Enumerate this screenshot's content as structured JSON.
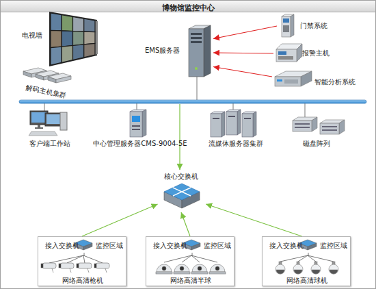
{
  "diagram": {
    "title": "博物馆监控中心",
    "nodes": [
      {
        "text": [
          "电视墙"
        ]
      },
      {
        "text": [
          "解码主机集群"
        ]
      },
      {
        "text": [
          "EMS服务器"
        ]
      },
      {
        "text": [
          "门禁系统"
        ]
      },
      {
        "text": [
          "报警主机"
        ]
      },
      {
        "text": [
          "智能分析系统"
        ]
      },
      {
        "text": [
          "客户端工作站"
        ]
      },
      {
        "text": [
          "中心管理服务器CMS-9004-5E"
        ]
      },
      {
        "text": [
          "流媒体服务器集群"
        ]
      },
      {
        "text": [
          "磁盘阵列"
        ]
      },
      {
        "text": [
          "核心交换机"
        ]
      },
      {
        "text": [
          "监控区域"
        ]
      },
      {
        "text": [
          "接入交换机"
        ],
        "in": 11
      },
      {
        "text": [
          "网络高清枪机"
        ],
        "in": 11
      },
      {
        "text": [
          "监控区域"
        ]
      },
      {
        "text": [
          "接入交换机"
        ],
        "in": 14
      },
      {
        "text": [
          "网络高清半球"
        ],
        "in": 14
      },
      {
        "text": [
          "监控区域"
        ]
      },
      {
        "text": [
          "接入交换机"
        ],
        "in": 17
      },
      {
        "text": [
          "网络高清球机"
        ],
        "in": 17
      }
    ],
    "edges": [
      {
        "from": 3,
        "to": 2,
        "arrow": "to"
      },
      {
        "from": 4,
        "to": 2,
        "arrow": "to"
      },
      {
        "from": 5,
        "to": 2,
        "arrow": "to"
      },
      {
        "from": 11,
        "to": 10,
        "arrow": "to"
      },
      {
        "from": 14,
        "to": 10,
        "arrow": "to"
      },
      {
        "from": 17,
        "to": 10,
        "arrow": "to"
      },
      {
        "from": 12,
        "to": 13,
        "arrow": "none"
      },
      {
        "from": 15,
        "to": 16,
        "arrow": "none"
      },
      {
        "from": 18,
        "to": 19,
        "arrow": "none"
      }
    ]
  }
}
